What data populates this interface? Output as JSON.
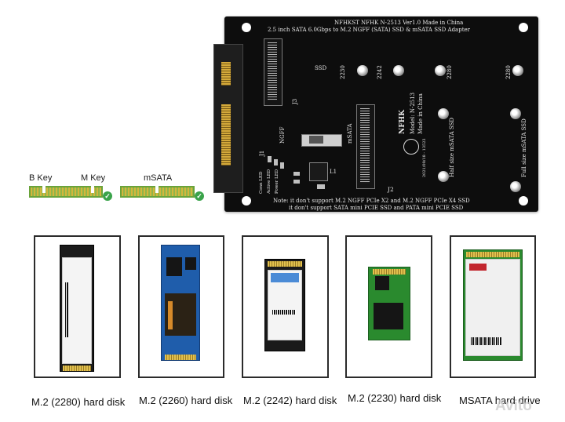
{
  "board": {
    "header_line1": "NFHKST NFHK N-2513 Ver1.0 Made in China",
    "header_line2": "2.5 inch SATA 6.0Gbps to M.2 NGFF (SATA) SSD & mSATA SSD Adapter",
    "silk_ssd": "SSD",
    "silk_2230": "2230",
    "silk_2242": "2242",
    "silk_2280": "2280",
    "silk_2280b": "2280",
    "brand": "NFHK",
    "model": "Model: N-2513",
    "made": "Made in China",
    "half_size": "Half size mSATA SSD",
    "full_size": "Full size mSATA SSD",
    "ngff": "NGFF",
    "msata": "mSATA",
    "j1": "J1",
    "j2": "J2",
    "j3": "J3",
    "l1": "L1",
    "conn_led": "Conn LED",
    "active_led": "Active LED",
    "power_led": "Power LED",
    "date_code": "2021/09/18 - 13523",
    "note_line1": "Note: it don't support M.2 NGFF PCIe X2 and M.2 NGFF PCIe X4 SSD",
    "note_line2": "it don't support SATA mini PCIE SSD and PATA mini PCIE SSD"
  },
  "keys": {
    "b_key": "B Key",
    "m_key": "M Key",
    "msata": "mSATA"
  },
  "cards": [
    {
      "caption": "M.2 (2280) hard disk"
    },
    {
      "caption": "M.2 (2260) hard disk"
    },
    {
      "caption": "M.2 (2242) hard disk"
    },
    {
      "caption": "M.2 (2230) hard disk"
    },
    {
      "caption": "MSATA hard drive"
    }
  ],
  "watermark": "Avito"
}
